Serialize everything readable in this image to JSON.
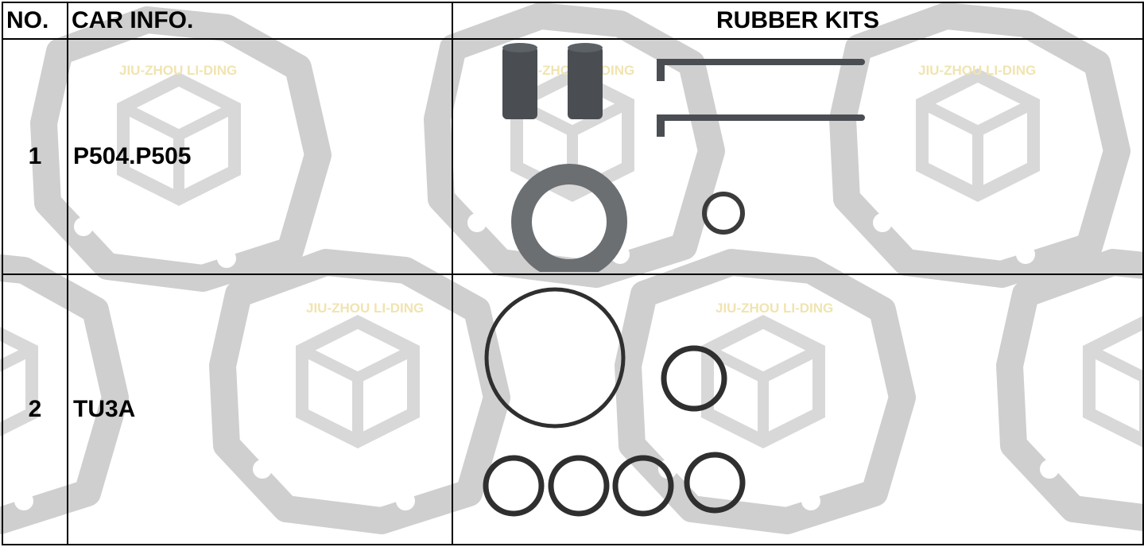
{
  "table": {
    "headers": {
      "no": "NO.",
      "car_info": "CAR INFO.",
      "rubber_kits": "RUBBER KITS"
    },
    "rows": [
      {
        "no": "1",
        "car_info": "P504.P505"
      },
      {
        "no": "2",
        "car_info": "TU3A"
      }
    ]
  },
  "watermark": {
    "brand_text": "JIU-ZHOU LI-DING",
    "color": "#c9c9c9",
    "text_color": "#f2e6b3"
  },
  "colors": {
    "border": "#000000",
    "rubber": "#3b3b3b"
  }
}
